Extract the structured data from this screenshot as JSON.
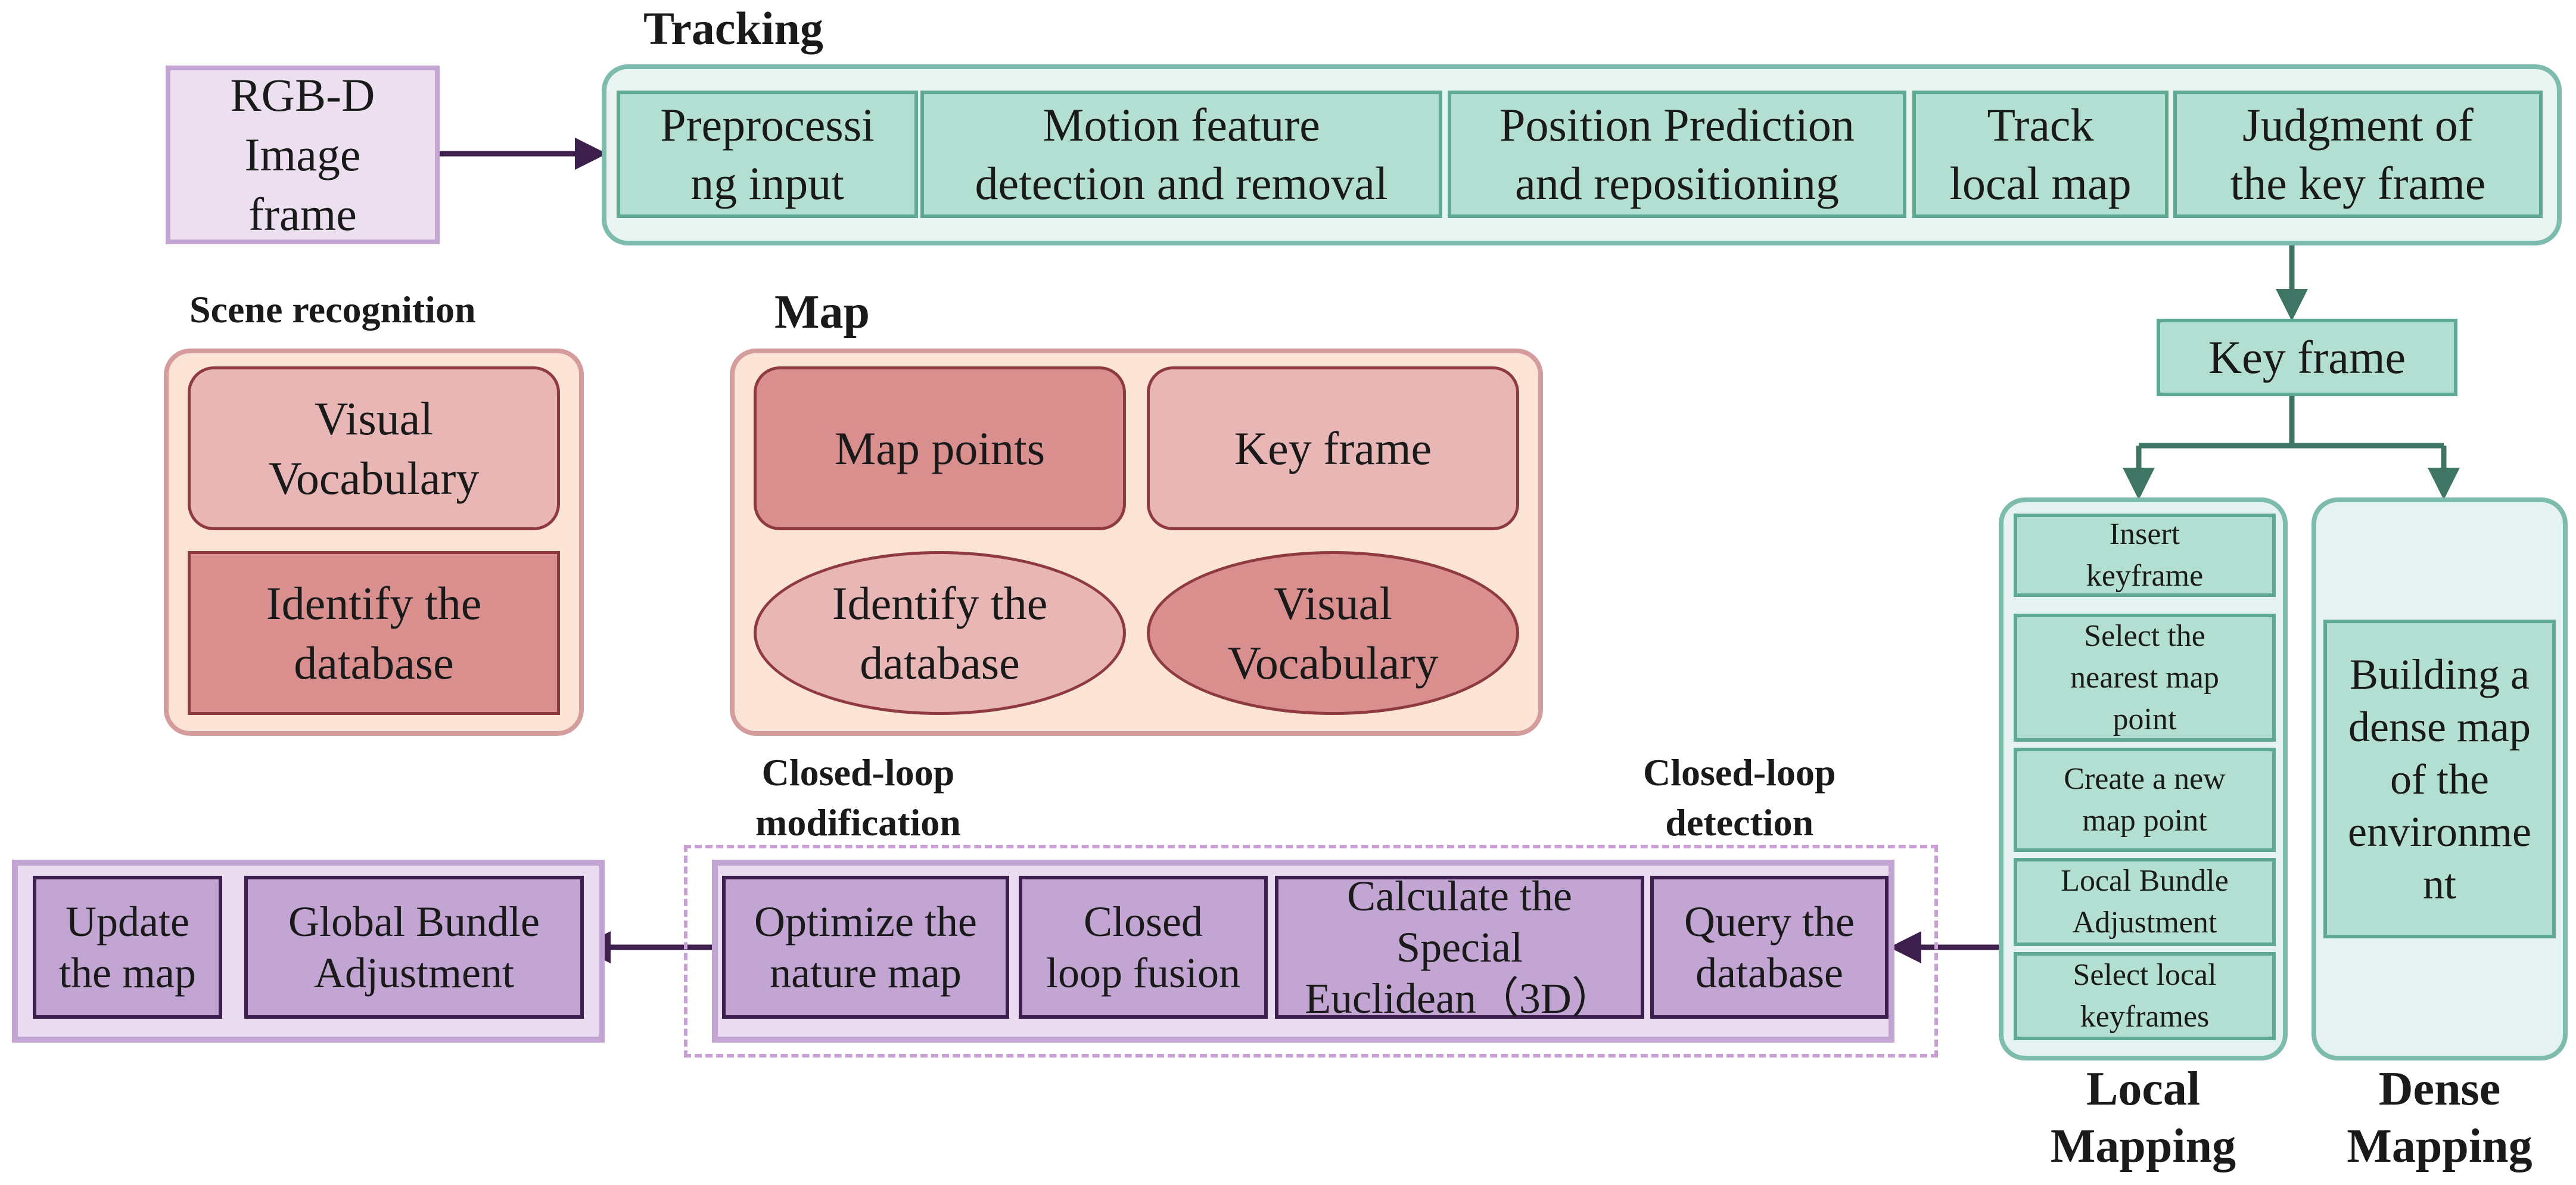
{
  "input": {
    "label": "RGB-D\nImage\nframe"
  },
  "tracking": {
    "title": "Tracking",
    "steps": [
      "Preprocessi\nng input",
      "Motion feature\ndetection and removal",
      "Position Prediction\nand repositioning",
      "Track\nlocal map",
      "Judgment of\nthe key frame"
    ]
  },
  "key_frame": "Key frame",
  "scene_recognition": {
    "title": "Scene recognition",
    "items": [
      "Visual\nVocabulary",
      "Identify the\ndatabase"
    ]
  },
  "map": {
    "title": "Map",
    "items": [
      "Map points",
      "Key frame",
      "Identify the\ndatabase",
      "Visual\nVocabulary"
    ]
  },
  "local_mapping": {
    "title": "Local\nMapping",
    "items": [
      "Insert\nkeyframe",
      "Select the\nnearest map\npoint",
      "Create a new\nmap point",
      "Local Bundle\nAdjustment",
      "Select local\nkeyframes"
    ]
  },
  "dense_mapping": {
    "title": "Dense\nMapping",
    "item": "Building a\ndense map\nof the\nenvironme\nnt"
  },
  "closed_loop": {
    "modification_title": "Closed-loop\nmodification",
    "detection_title": "Closed-loop\ndetection",
    "steps": [
      "Optimize the\nnature map",
      "Closed\nloop fusion",
      "Calculate the\nSpecial\nEuclidean（3D）",
      "Query the\ndatabase"
    ]
  },
  "global": {
    "steps": [
      "Update\nthe map",
      "Global Bundle\nAdjustment"
    ]
  },
  "colors": {
    "teal_arrow": "#3f7564",
    "purple_arrow": "#3c1f4d"
  }
}
